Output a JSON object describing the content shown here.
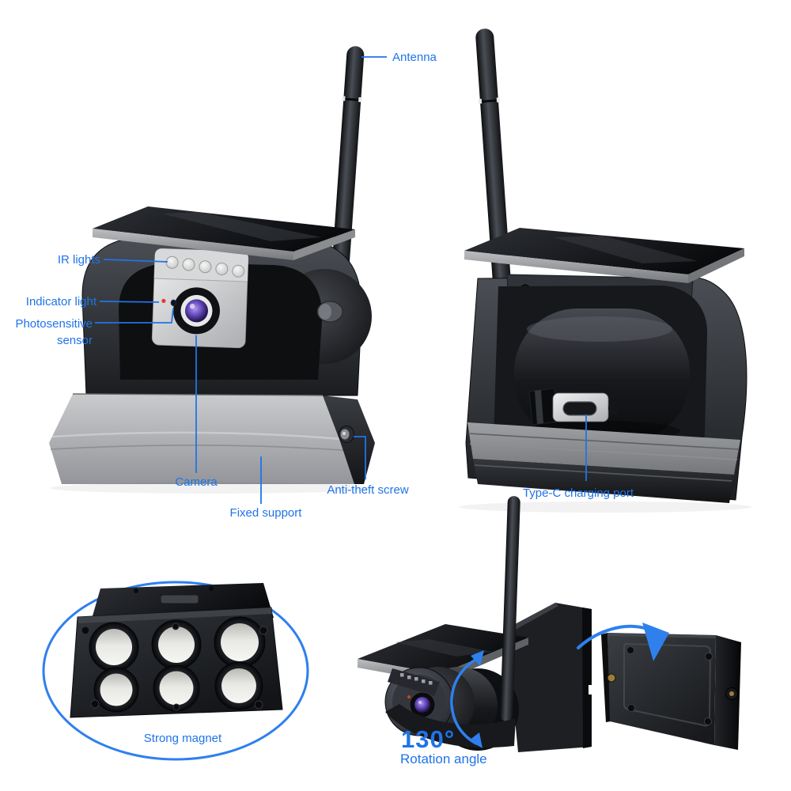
{
  "colors": {
    "label_blue": "#1f74e8",
    "arrow_blue": "#2f80ed",
    "background": "#ffffff"
  },
  "callouts": {
    "antenna": "Antenna",
    "ir_lights": "IR lights",
    "indicator_light": "Indicator light",
    "photosensitive_line1": "Photosensitive",
    "photosensitive_line2": "sensor",
    "camera": "Camera",
    "fixed_support": "Fixed support",
    "anti_theft_screw": "Anti-theft screw",
    "type_c_port": "Type-C charging port",
    "strong_magnet": "Strong magnet",
    "rotation_value": "130°",
    "rotation_label": "Rotation angle"
  }
}
